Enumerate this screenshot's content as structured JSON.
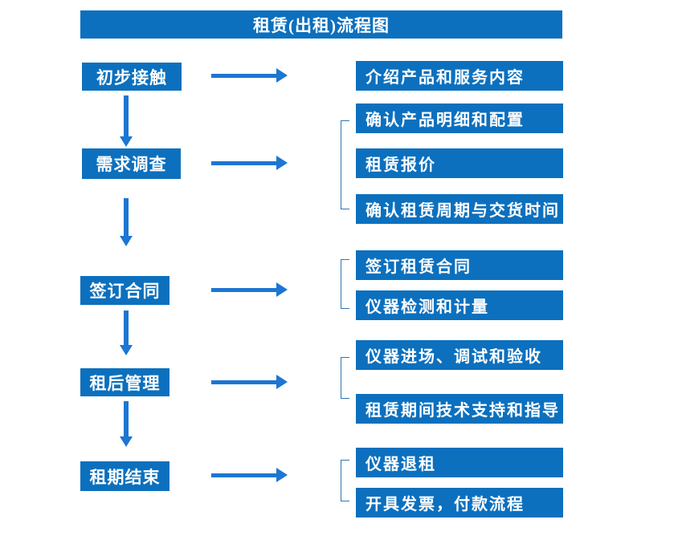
{
  "title": "租赁(出租)流程图",
  "colors": {
    "box_fill": "#0C70BE",
    "arrow": "#1C76D2",
    "bracket": "#2E75B6",
    "text": "#FFFFFF",
    "background": "#FFFFFF"
  },
  "flow": {
    "steps": [
      {
        "label": "初步接触",
        "outputs": [
          "介绍产品和服务内容"
        ]
      },
      {
        "label": "需求调查",
        "outputs": [
          "确认产品明细和配置",
          "租赁报价",
          "确认租赁周期与交货时间"
        ]
      },
      {
        "label": "签订合同",
        "outputs": [
          "签订租赁合同",
          "仪器检测和计量"
        ]
      },
      {
        "label": "租后管理",
        "outputs": [
          "仪器进场、调试和验收",
          "租赁期间技术支持和指导"
        ]
      },
      {
        "label": "租期结束",
        "outputs": [
          "仪器退租",
          "开具发票，付款流程"
        ]
      }
    ]
  }
}
